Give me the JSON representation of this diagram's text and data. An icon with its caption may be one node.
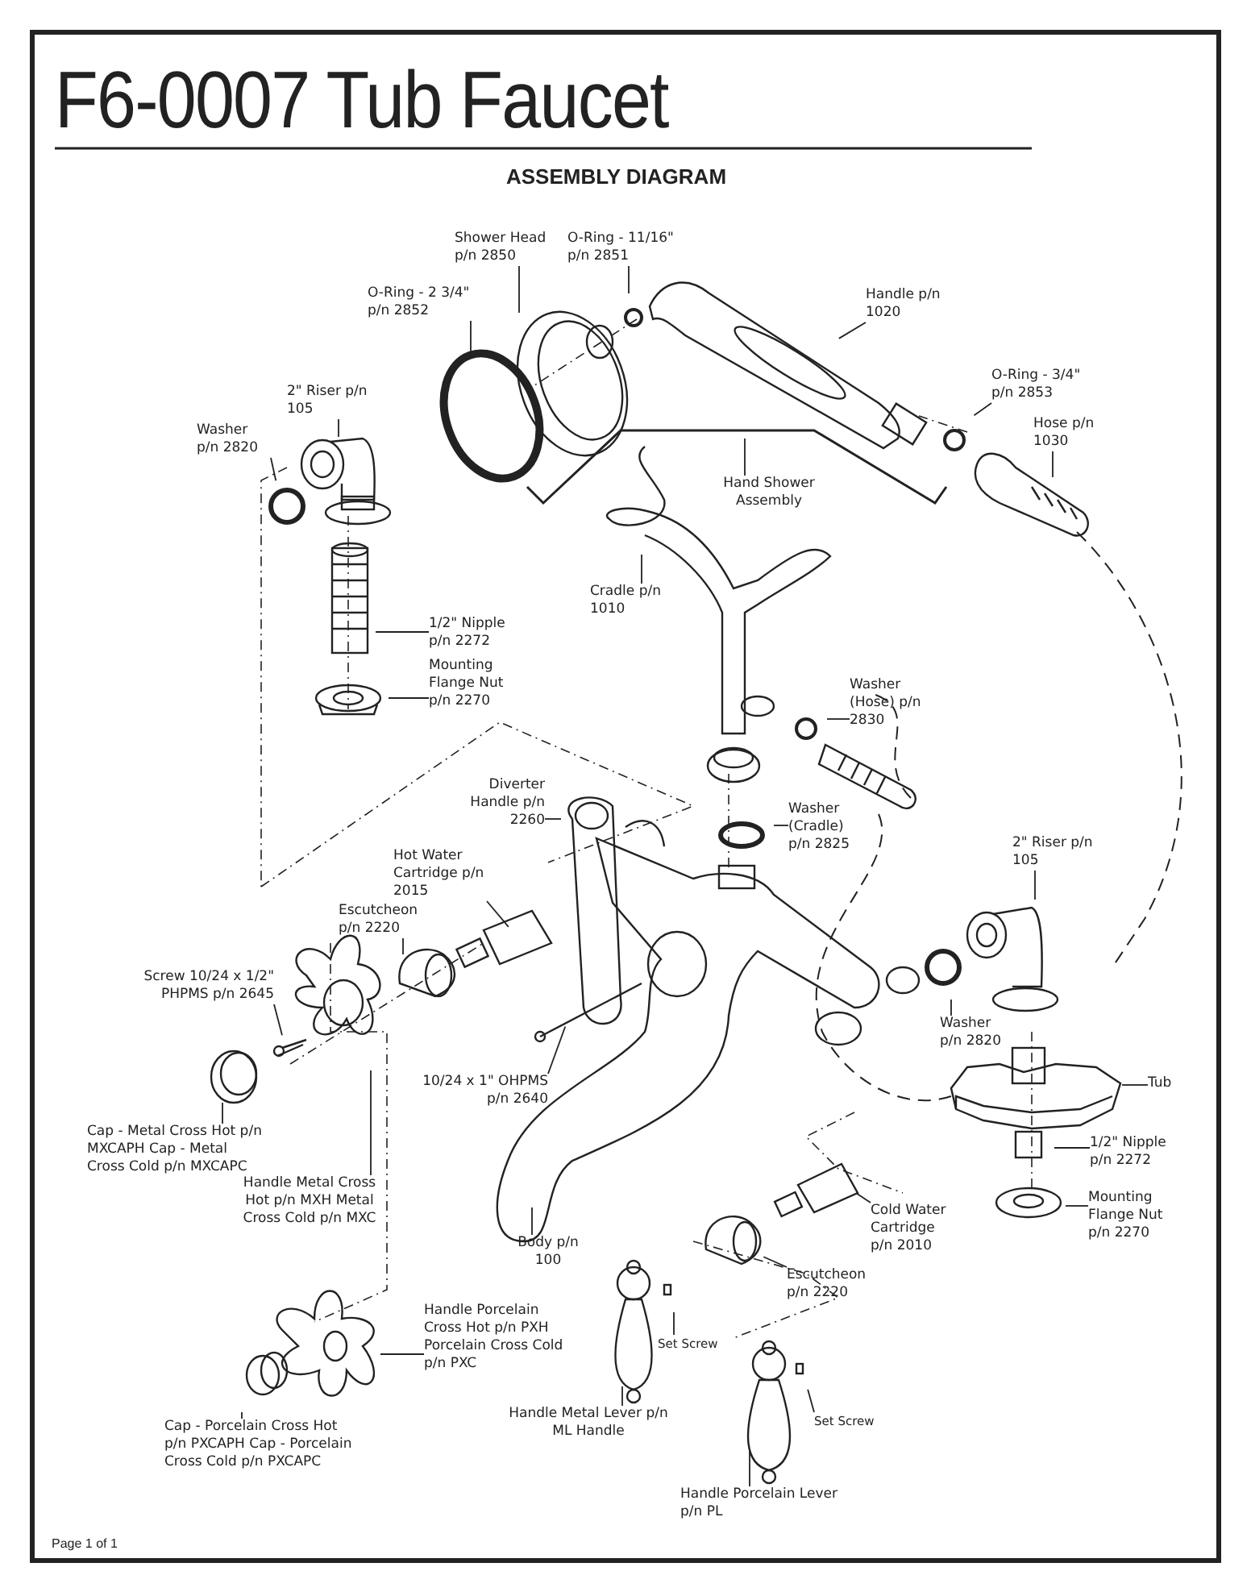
{
  "diagram": {
    "title": "F6-0007 Tub Faucet",
    "nodes": [
      {
        "text": [
          "Shower Head p/n 2850"
        ]
      },
      {
        "text": [
          "O-Ring - 11/16\" p/n 2851"
        ]
      },
      {
        "text": [
          "O-Ring - 2 3/4\" p/n 2852"
        ]
      },
      {
        "text": [
          "Handle p/n 1020"
        ]
      },
      {
        "text": [
          "O-Ring - 3/4\" p/n 2853"
        ]
      },
      {
        "text": [
          "Hose p/n 1030"
        ]
      },
      {
        "text": [
          "Hand Shower Assembly"
        ]
      },
      {
        "text": [
          "2\" Riser p/n 105"
        ]
      },
      {
        "text": [
          "Washer p/n 2820"
        ]
      },
      {
        "text": [
          "1/2\" Nipple p/n 2272"
        ]
      },
      {
        "text": [
          "Mounting Flange Nut p/n 2270"
        ]
      },
      {
        "text": [
          "Cradle p/n 1010"
        ]
      },
      {
        "text": [
          "Washer (Hose) p/n 2830"
        ]
      },
      {
        "text": [
          "Diverter Handle p/n 2260"
        ]
      },
      {
        "text": [
          "Washer (Cradle) p/n 2825"
        ]
      },
      {
        "text": [
          "Hot Water Cartridge p/n 2015"
        ]
      },
      {
        "text": [
          "Escutcheon p/n 2220"
        ]
      },
      {
        "text": [
          "Screw 10/24 x 1/2\" PHPMS p/n 2645"
        ]
      },
      {
        "text": [
          "10/24 x 1\" OHPMS p/n 2640"
        ]
      },
      {
        "text": [
          "2\" Riser p/n 105"
        ]
      },
      {
        "text": [
          "Washer p/n 2820"
        ]
      },
      {
        "text": [
          "Tub"
        ]
      },
      {
        "text": [
          "1/2\" Nipple p/n 2272"
        ]
      },
      {
        "text": [
          "Mounting Flange Nut p/n 2270"
        ]
      },
      {
        "text": [
          "Cap - Metal Cross Hot p/n MXCAPH Cap - Metal Cross Cold p/n MXCAPC"
        ]
      },
      {
        "text": [
          "Handle Metal Cross Hot p/n MXH Metal Cross Cold p/n MXC"
        ]
      },
      {
        "text": [
          "Body p/n 100"
        ]
      },
      {
        "text": [
          "Cold Water Cartridge p/n 2010"
        ]
      },
      {
        "text": [
          "Escutcheon p/n 2220"
        ]
      },
      {
        "text": [
          "Handle Porcelain Cross Hot p/n PXH Porcelain Cross Cold p/n PXC"
        ]
      },
      {
        "text": [
          "Set Screw"
        ]
      },
      {
        "text": [
          "Cap - Porcelain Cross Hot p/n PXCAPH Cap - Porcelain Cross Cold p/n PXCAPC"
        ]
      },
      {
        "text": [
          "Handle Metal Lever p/n ML Handle"
        ]
      },
      {
        "text": [
          "Set Screw"
        ]
      },
      {
        "text": [
          "Handle Porcelain Lever p/n PL"
        ]
      }
    ],
    "edges": [
      {
        "from": 0,
        "to": null,
        "arrow": "none"
      },
      {
        "from": 1,
        "to": null,
        "arrow": "none"
      },
      {
        "from": 2,
        "to": null,
        "arrow": "none"
      },
      {
        "from": 3,
        "to": null,
        "arrow": "none"
      },
      {
        "from": 4,
        "to": null,
        "arrow": "none"
      },
      {
        "from": 5,
        "to": null,
        "arrow": "none"
      },
      {
        "from": 6,
        "to": null,
        "arrow": "none"
      },
      {
        "from": 7,
        "to": null,
        "arrow": "none"
      },
      {
        "from": 8,
        "to": null,
        "arrow": "none"
      },
      {
        "from": 9,
        "to": null,
        "arrow": "none"
      },
      {
        "from": 10,
        "to": null,
        "arrow": "none"
      },
      {
        "from": 11,
        "to": null,
        "arrow": "none"
      },
      {
        "from": 12,
        "to": null,
        "arrow": "none"
      },
      {
        "from": 13,
        "to": null,
        "arrow": "none"
      },
      {
        "from": 14,
        "to": null,
        "arrow": "none"
      },
      {
        "from": 15,
        "to": null,
        "arrow": "none"
      },
      {
        "from": 16,
        "to": null,
        "arrow": "none"
      },
      {
        "from": 17,
        "to": null,
        "arrow": "none"
      },
      {
        "from": 18,
        "to": null,
        "arrow": "none"
      },
      {
        "from": 19,
        "to": null,
        "arrow": "none"
      },
      {
        "from": 20,
        "to": null,
        "arrow": "none"
      },
      {
        "from": 21,
        "to": null,
        "arrow": "none"
      },
      {
        "from": 22,
        "to": null,
        "arrow": "none"
      },
      {
        "from": 23,
        "to": null,
        "arrow": "none"
      },
      {
        "from": 24,
        "to": null,
        "arrow": "none"
      },
      {
        "from": 25,
        "to": null,
        "arrow": "none"
      },
      {
        "from": 26,
        "to": null,
        "arrow": "none"
      },
      {
        "from": 27,
        "to": null,
        "arrow": "none"
      },
      {
        "from": 28,
        "to": null,
        "arrow": "none"
      },
      {
        "from": 29,
        "to": null,
        "arrow": "none"
      },
      {
        "from": 30,
        "to": null,
        "arrow": "none"
      },
      {
        "from": 31,
        "to": null,
        "arrow": "none"
      },
      {
        "from": 32,
        "to": null,
        "arrow": "none"
      },
      {
        "from": 33,
        "to": null,
        "arrow": "none"
      },
      {
        "from": 34,
        "to": null,
        "arrow": "none"
      }
    ],
    "labels": [
      "ASSEMBLY DIAGRAM",
      "Page 1 of 1"
    ]
  }
}
